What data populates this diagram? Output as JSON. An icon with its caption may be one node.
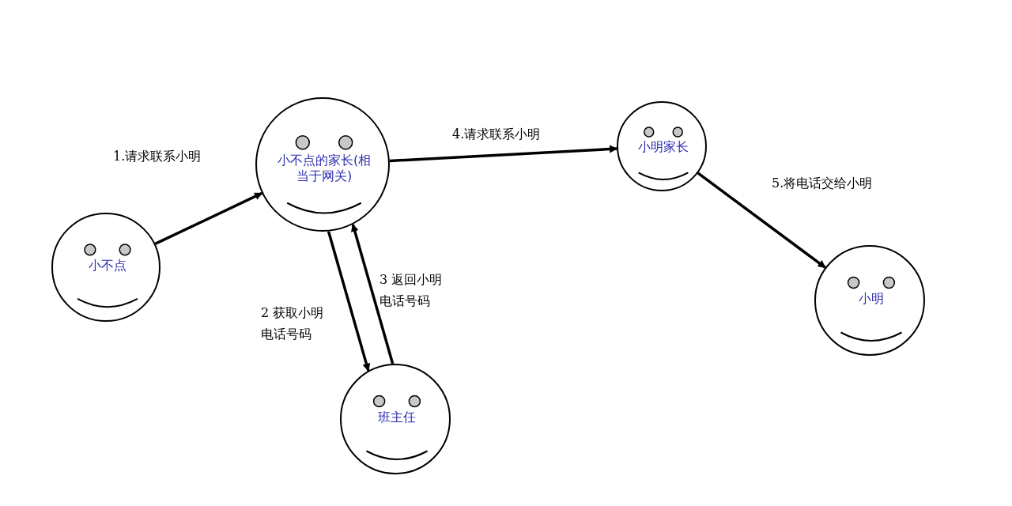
{
  "diagram": {
    "nodes": [
      {
        "text": [
          "小不点"
        ]
      },
      {
        "text": [
          "小不点的家长(相当于网关)"
        ]
      },
      {
        "text": [
          "小明家长"
        ]
      },
      {
        "text": [
          "小明"
        ]
      },
      {
        "text": [
          "班主任"
        ]
      }
    ],
    "edges": [
      {
        "from": 0,
        "to": 1,
        "arrow": "to",
        "label": "1.请求联系小明"
      },
      {
        "from": 1,
        "to": 4,
        "arrow": "to",
        "label": "2 获取小明电话号码"
      },
      {
        "from": 4,
        "to": 1,
        "arrow": "to",
        "label": "3 返回小明电话号码"
      },
      {
        "from": 1,
        "to": 2,
        "arrow": "to",
        "label": "4.请求联系小明"
      },
      {
        "from": 2,
        "to": 3,
        "arrow": "to",
        "label": "5.将电话交给小明"
      }
    ]
  }
}
